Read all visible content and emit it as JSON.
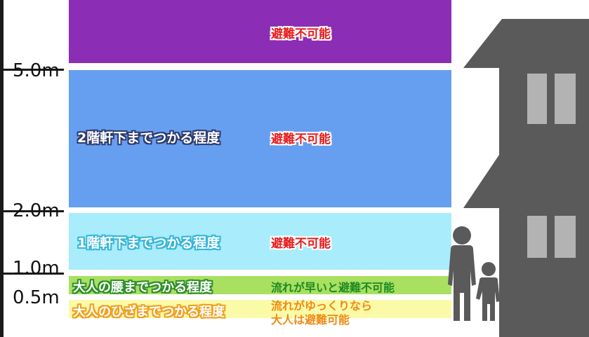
{
  "axis": {
    "levels": [
      "5.0m",
      "2.0m",
      "1.0m",
      "0.5m"
    ]
  },
  "bands": {
    "top": {
      "status": "避難不可能",
      "color": "#8c2db5"
    },
    "second": {
      "label": "2階軒下までつかる程度",
      "status": "避難不可能",
      "color": "#679ff0"
    },
    "first": {
      "label": "1階軒下までつかる程度",
      "status": "避難不可能",
      "color": "#a9ecfc"
    },
    "waist": {
      "label": "大人の腰までつかる程度",
      "status": "流れが早いと避難不可能",
      "color": "#a9e060"
    },
    "knee": {
      "label": "大人のひざまでつかる程度",
      "status_line1": "流れがゆっくりなら",
      "status_line2": "大人は避難可能",
      "color": "#fbfaa8"
    }
  },
  "illustrations": {
    "house": "house-icon",
    "people": "adult-and-child-icon",
    "house_color": "#5a5a5a",
    "window_color": "#b3b3b3"
  }
}
